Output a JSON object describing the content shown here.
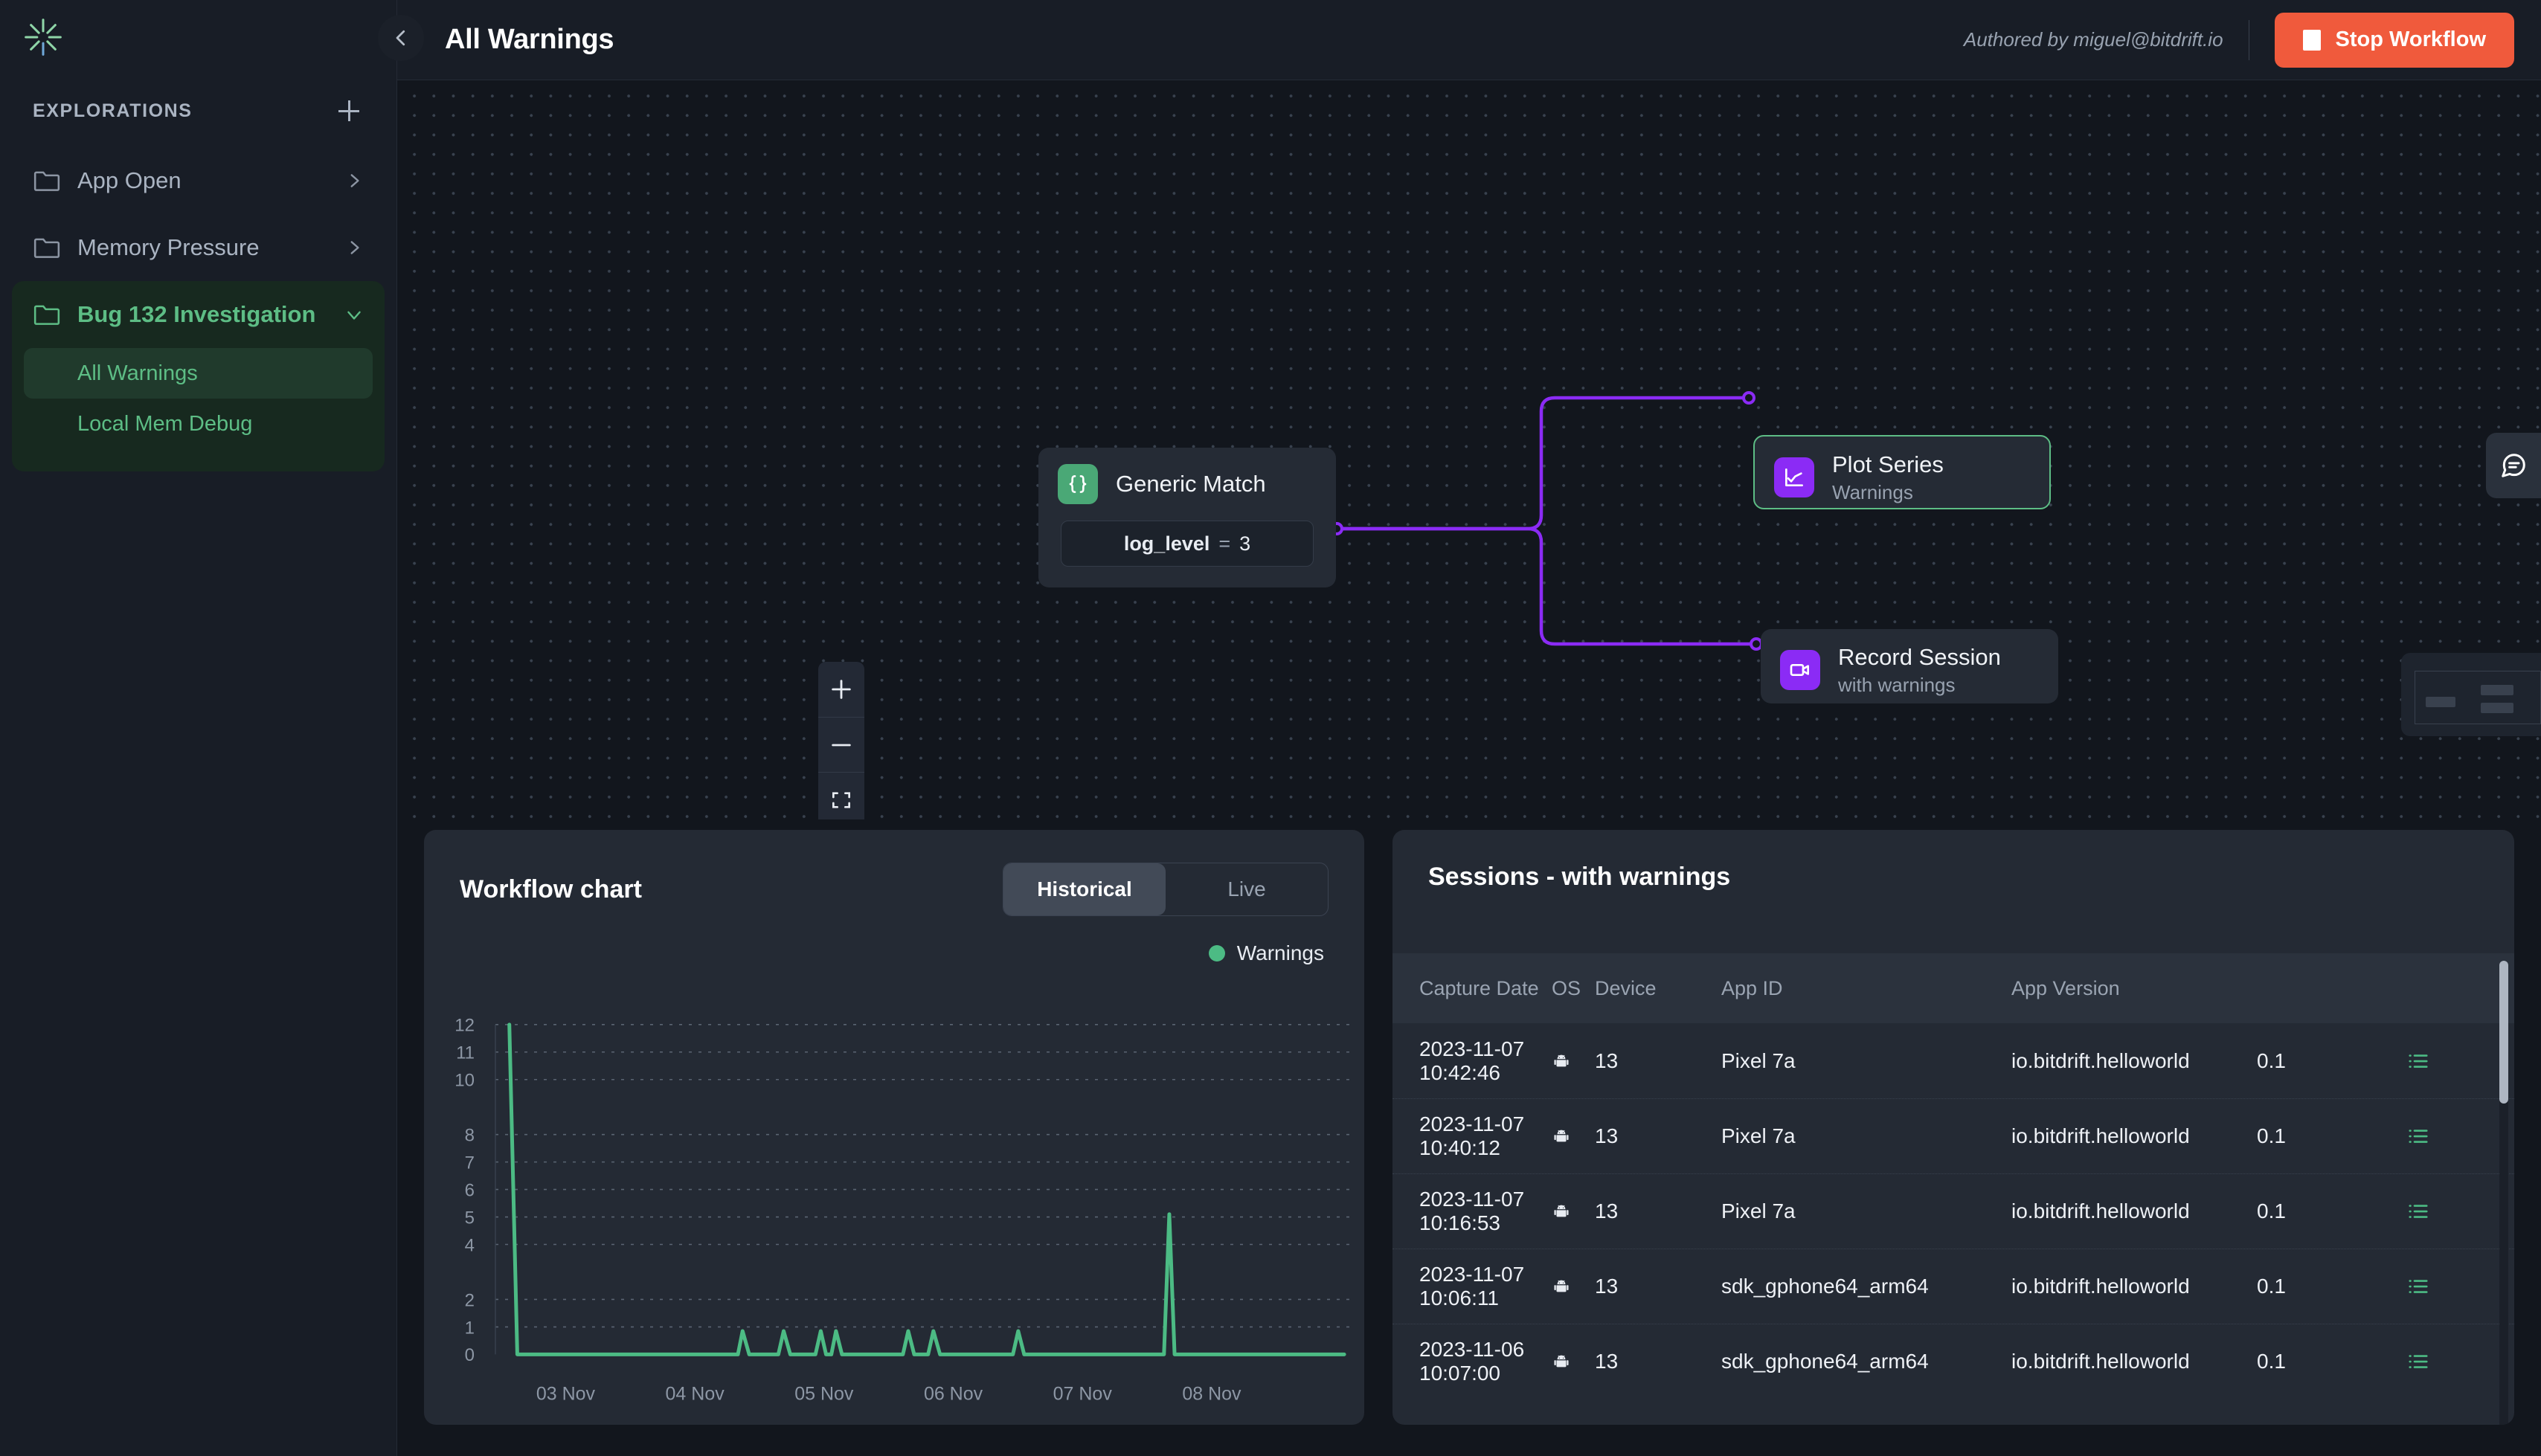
{
  "sidebar": {
    "logo_icon": "bitdrift-asterisk-logo",
    "section_title": "EXPLORATIONS",
    "add_icon": "plus-icon",
    "folders": [
      {
        "label": "App Open",
        "icon": "folder-icon",
        "chevron": "chevron-right-icon",
        "active": false
      },
      {
        "label": "Memory Pressure",
        "icon": "folder-icon",
        "chevron": "chevron-right-icon",
        "active": false
      },
      {
        "label": "Bug 132 Investigation",
        "icon": "folder-icon",
        "chevron": "chevron-down-icon",
        "active": true
      }
    ],
    "children": [
      {
        "label": "All Warnings",
        "selected": true
      },
      {
        "label": "Local Mem Debug",
        "selected": false
      }
    ]
  },
  "header": {
    "title": "All Warnings",
    "authored_by": "Authored by miguel@bitdrift.io",
    "stop_label": "Stop Workflow",
    "stop_icon": "stop-square-icon",
    "collapse_icon": "chevron-left-icon",
    "stop_color": "#f05a3c"
  },
  "canvas": {
    "zoom_in_icon": "plus-icon",
    "zoom_out_icon": "minus-icon",
    "fit_icon": "fit-to-screen-icon",
    "minimap_name": "minimap",
    "chat_icon": "chat-bubble-icon",
    "nodes": [
      {
        "id": "generic-match",
        "title": "Generic Match",
        "icon": "braces-icon",
        "icon_color": "#4aa876",
        "condition_key": "log_level",
        "condition_op": "=",
        "condition_val": "3",
        "selected": false
      },
      {
        "id": "plot-series",
        "title": "Plot Series",
        "subtitle": "Warnings",
        "icon": "line-chart-icon",
        "icon_color": "#8b2bf5",
        "selected": true
      },
      {
        "id": "record-session",
        "title": "Record Session",
        "subtitle": "with warnings",
        "icon": "video-camera-icon",
        "icon_color": "#8b2bf5",
        "selected": false
      }
    ],
    "edge_color": "#8b2bf5"
  },
  "chart_panel": {
    "title": "Workflow chart",
    "tabs": [
      {
        "label": "Historical",
        "active": true
      },
      {
        "label": "Live",
        "active": false
      }
    ]
  },
  "chart_data": {
    "type": "area",
    "title": "Workflow chart",
    "xlabel": "",
    "ylabel": "",
    "grid": true,
    "legend_position": "top-right",
    "series": [
      {
        "name": "Warnings",
        "color": "#4cbb84",
        "points": [
          {
            "x": 0.0,
            "y": 12
          },
          {
            "x": 0.012,
            "y": 0
          },
          {
            "x": 0.345,
            "y": 0
          },
          {
            "x": 0.352,
            "y": 0.85
          },
          {
            "x": 0.362,
            "y": 0
          },
          {
            "x": 0.406,
            "y": 0
          },
          {
            "x": 0.414,
            "y": 0.85
          },
          {
            "x": 0.424,
            "y": 0
          },
          {
            "x": 0.462,
            "y": 0
          },
          {
            "x": 0.47,
            "y": 0.85
          },
          {
            "x": 0.478,
            "y": 0
          },
          {
            "x": 0.486,
            "y": 0
          },
          {
            "x": 0.493,
            "y": 0.85
          },
          {
            "x": 0.502,
            "y": 0
          },
          {
            "x": 0.594,
            "y": 0
          },
          {
            "x": 0.602,
            "y": 0.85
          },
          {
            "x": 0.611,
            "y": 0
          },
          {
            "x": 0.632,
            "y": 0
          },
          {
            "x": 0.64,
            "y": 0.85
          },
          {
            "x": 0.65,
            "y": 0
          },
          {
            "x": 0.76,
            "y": 0
          },
          {
            "x": 0.768,
            "y": 0.85
          },
          {
            "x": 0.777,
            "y": 0
          },
          {
            "x": 0.988,
            "y": 0
          },
          {
            "x": 0.996,
            "y": 5.1
          },
          {
            "x": 1.004,
            "y": 0
          },
          {
            "x": 1.26,
            "y": 0
          }
        ]
      }
    ],
    "yticks": [
      0,
      1,
      2,
      4,
      5,
      6,
      7,
      8,
      10,
      11,
      12
    ],
    "ylim": [
      0,
      12
    ],
    "xticks": [
      "03 Nov",
      "04 Nov",
      "05 Nov",
      "06 Nov",
      "07 Nov",
      "08 Nov"
    ],
    "xtick_positions": [
      0.085,
      0.28,
      0.475,
      0.67,
      0.865,
      1.06
    ],
    "xlim": [
      -0.03,
      1.27
    ]
  },
  "table_panel": {
    "title": "Sessions - with warnings",
    "columns": [
      "Capture Date",
      "OS",
      "Device",
      "App ID",
      "App Version"
    ],
    "row_action_icon": "list-icon",
    "rows": [
      {
        "capture_date": "2023-11-07 10:42:46",
        "os_icon": "android-icon",
        "os": "13",
        "device": "Pixel 7a",
        "app_id": "io.bitdrift.helloworld",
        "app_version": "0.1"
      },
      {
        "capture_date": "2023-11-07 10:40:12",
        "os_icon": "android-icon",
        "os": "13",
        "device": "Pixel 7a",
        "app_id": "io.bitdrift.helloworld",
        "app_version": "0.1"
      },
      {
        "capture_date": "2023-11-07 10:16:53",
        "os_icon": "android-icon",
        "os": "13",
        "device": "Pixel 7a",
        "app_id": "io.bitdrift.helloworld",
        "app_version": "0.1"
      },
      {
        "capture_date": "2023-11-07 10:06:11",
        "os_icon": "android-icon",
        "os": "13",
        "device": "sdk_gphone64_arm64",
        "app_id": "io.bitdrift.helloworld",
        "app_version": "0.1"
      },
      {
        "capture_date": "2023-11-06 10:07:00",
        "os_icon": "android-icon",
        "os": "13",
        "device": "sdk_gphone64_arm64",
        "app_id": "io.bitdrift.helloworld",
        "app_version": "0.1"
      }
    ]
  }
}
